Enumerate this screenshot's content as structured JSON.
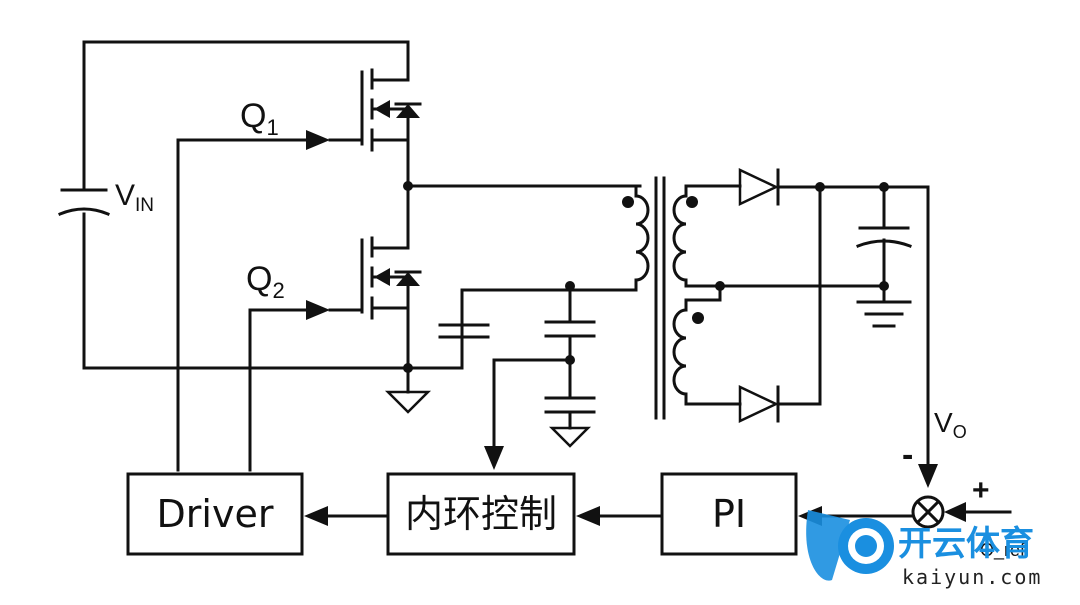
{
  "labels": {
    "vin": "V",
    "vin_sub": "IN",
    "q1": "Q",
    "q1_sub": "1",
    "q2": "Q",
    "q2_sub": "2",
    "vo": "V",
    "vo_sub": "O",
    "vref_sub": "O_ref",
    "minus": "-",
    "plus": "+"
  },
  "blocks": {
    "driver": "Driver",
    "inner_loop": "内环控制",
    "pi": "PI"
  },
  "watermark": {
    "brand": "开云体育",
    "domain": "kaiyun.com",
    "brand_color": "#1a8fe0"
  }
}
